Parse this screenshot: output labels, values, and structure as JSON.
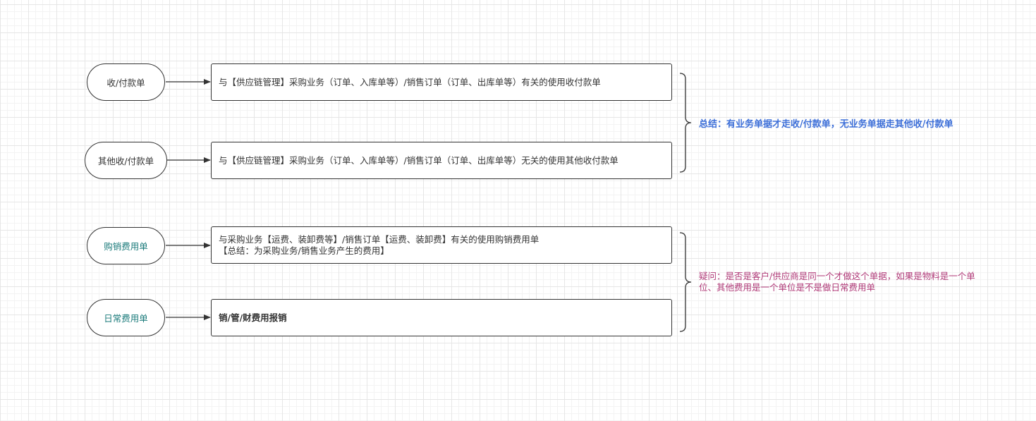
{
  "sources": [
    {
      "label": "收/付款单"
    },
    {
      "label": "其他收/付款单"
    },
    {
      "label": "购销费用单"
    },
    {
      "label": "日常费用单"
    }
  ],
  "descriptions": [
    {
      "lines": [
        "与【供应链管理】采购业务（订单、入库单等）/销售订单（订单、出库单等）有关的使用收付款单"
      ]
    },
    {
      "lines": [
        "与【供应链管理】采购业务（订单、入库单等）/销售订单（订单、出库单等）无关的使用其他收付款单"
      ]
    },
    {
      "lines": [
        "与采购业务【运费、装卸费等】/销售订单【运费、装卸费】有关的使用购销费用单",
        "【总结：为采购业务/销售业务产生的费用】"
      ]
    },
    {
      "lines": [
        "销/管/财费用报销"
      ]
    }
  ],
  "notes": {
    "payment_summary": "总结：有业务单据才走收/付款单，无业务单据走其他收/付款单",
    "expense_question": "疑问：是否是客户/供应商是同一个才做这个单据，如果是物料是一个单位、其他费用是一个单位是不是做日常费用单"
  },
  "colors": {
    "stroke": "#333333",
    "summary_text": "#3d6fd8",
    "question_text": "#b03a78",
    "teal_label": "#1a7a7a"
  }
}
